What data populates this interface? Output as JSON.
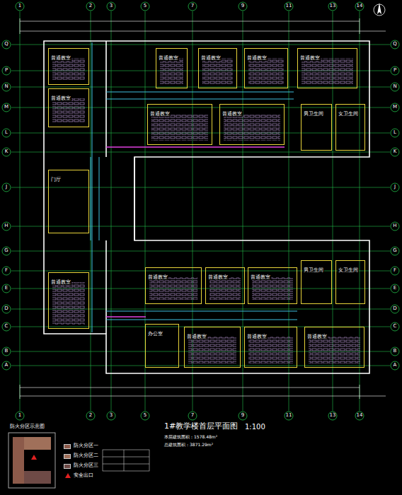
{
  "diagram": {
    "title": "1#教学楼首层平面图",
    "nodes": [
      {
        "text": [
          "普通教室"
        ]
      },
      {
        "text": [
          "普通教室"
        ]
      },
      {
        "text": [
          "普通教室"
        ]
      },
      {
        "text": [
          "普通教室"
        ]
      },
      {
        "text": [
          "普通教室"
        ]
      },
      {
        "text": [
          "普通教室"
        ]
      },
      {
        "text": [
          "男卫生间"
        ]
      },
      {
        "text": [
          "女卫生间"
        ]
      },
      {
        "text": [
          "普通教室"
        ]
      },
      {
        "text": [
          "普通教室"
        ]
      },
      {
        "text": [
          "门厅"
        ]
      },
      {
        "text": [
          "普通教室"
        ]
      },
      {
        "text": [
          "普通教室"
        ]
      },
      {
        "text": [
          "普通教室"
        ]
      },
      {
        "text": [
          "普通教室"
        ]
      },
      {
        "text": [
          "男卫生间"
        ]
      },
      {
        "text": [
          "女卫生间"
        ]
      },
      {
        "text": [
          "办公室"
        ]
      },
      {
        "text": [
          "普通教室"
        ]
      },
      {
        "text": [
          "普通教室"
        ]
      },
      {
        "text": [
          "普通教室"
        ]
      }
    ],
    "labels": [
      "1",
      "2",
      "3",
      "5",
      "7",
      "9",
      "11",
      "13",
      "14",
      "1",
      "2",
      "3",
      "5",
      "7",
      "9",
      "11",
      "13",
      "14",
      "Q",
      "P",
      "N",
      "M",
      "L",
      "K",
      "J",
      "H",
      "G",
      "F",
      "E",
      "D",
      "C",
      "B",
      "A",
      "Q",
      "P",
      "N",
      "M",
      "L",
      "K",
      "J",
      "H",
      "G",
      "F",
      "E",
      "D",
      "C",
      "B",
      "A",
      "1:100",
      "本层建筑面积：1578.48m²",
      "总建筑面积：3871.29m²",
      "防火分区示意图"
    ],
    "legend": [
      {
        "text": "防火分区一",
        "color": "#8c5a4a"
      },
      {
        "text": "防火分区二",
        "color": "#a0705a"
      },
      {
        "text": "防火分区三",
        "color": "#6e4a46"
      },
      {
        "text": "安全出口"
      }
    ]
  }
}
